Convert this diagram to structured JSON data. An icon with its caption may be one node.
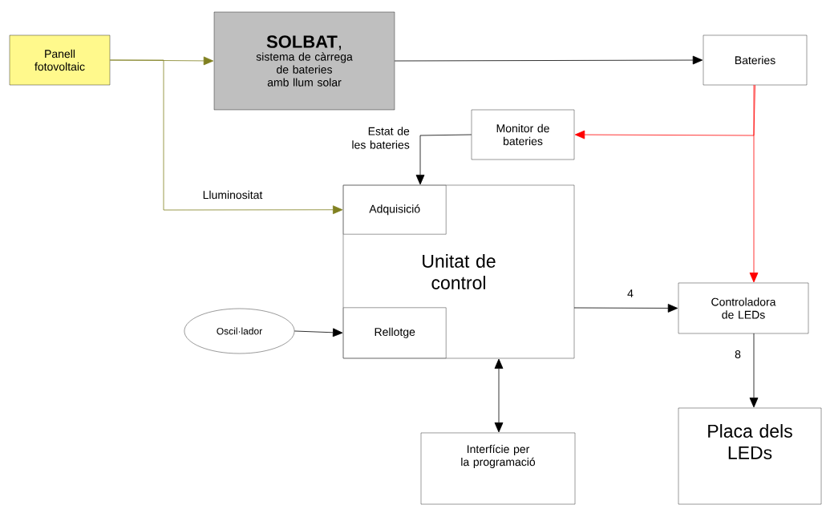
{
  "diagram": {
    "nodes": [
      {
        "text": [
          "Panell fotovoltaic"
        ]
      },
      {
        "text": [
          "**SOLBAT**,",
          "sistema de càrrega de bateries amb llum solar"
        ]
      },
      {
        "text": [
          "Bateries"
        ]
      },
      {
        "text": [
          "Monitor de bateries"
        ]
      },
      {
        "text": [
          "Unitat de control"
        ]
      },
      {
        "text": [
          "Adquisició"
        ],
        "in": 4
      },
      {
        "text": [
          "Rellotge"
        ],
        "in": 4
      },
      {
        "text": [
          "Oscil·lador"
        ]
      },
      {
        "text": [
          "Controladora de LEDs"
        ]
      },
      {
        "text": [
          "Placa dels LEDs"
        ]
      },
      {
        "text": [
          "Interfície per la programació"
        ]
      }
    ],
    "edges": [
      {
        "from": 0,
        "to": 1,
        "arrow": "to",
        "color": "#808020"
      },
      {
        "from": 0,
        "to": 5,
        "arrow": "to",
        "color": "#808020",
        "label": "Lluminositat"
      },
      {
        "from": 1,
        "to": 2,
        "arrow": "to"
      },
      {
        "from": 2,
        "to": 3,
        "arrow": "to",
        "color": "#ff0000"
      },
      {
        "from": 2,
        "to": 8,
        "arrow": "to",
        "color": "#ff0000"
      },
      {
        "from": 3,
        "to": 5,
        "arrow": "to",
        "label": "Estat de les bateries"
      },
      {
        "from": 7,
        "to": 6,
        "arrow": "to"
      },
      {
        "from": 4,
        "to": 8,
        "arrow": "to",
        "label": "4"
      },
      {
        "from": 8,
        "to": 9,
        "arrow": "to",
        "label": "8"
      },
      {
        "from": 4,
        "to": 10,
        "arrow": "both"
      }
    ]
  }
}
